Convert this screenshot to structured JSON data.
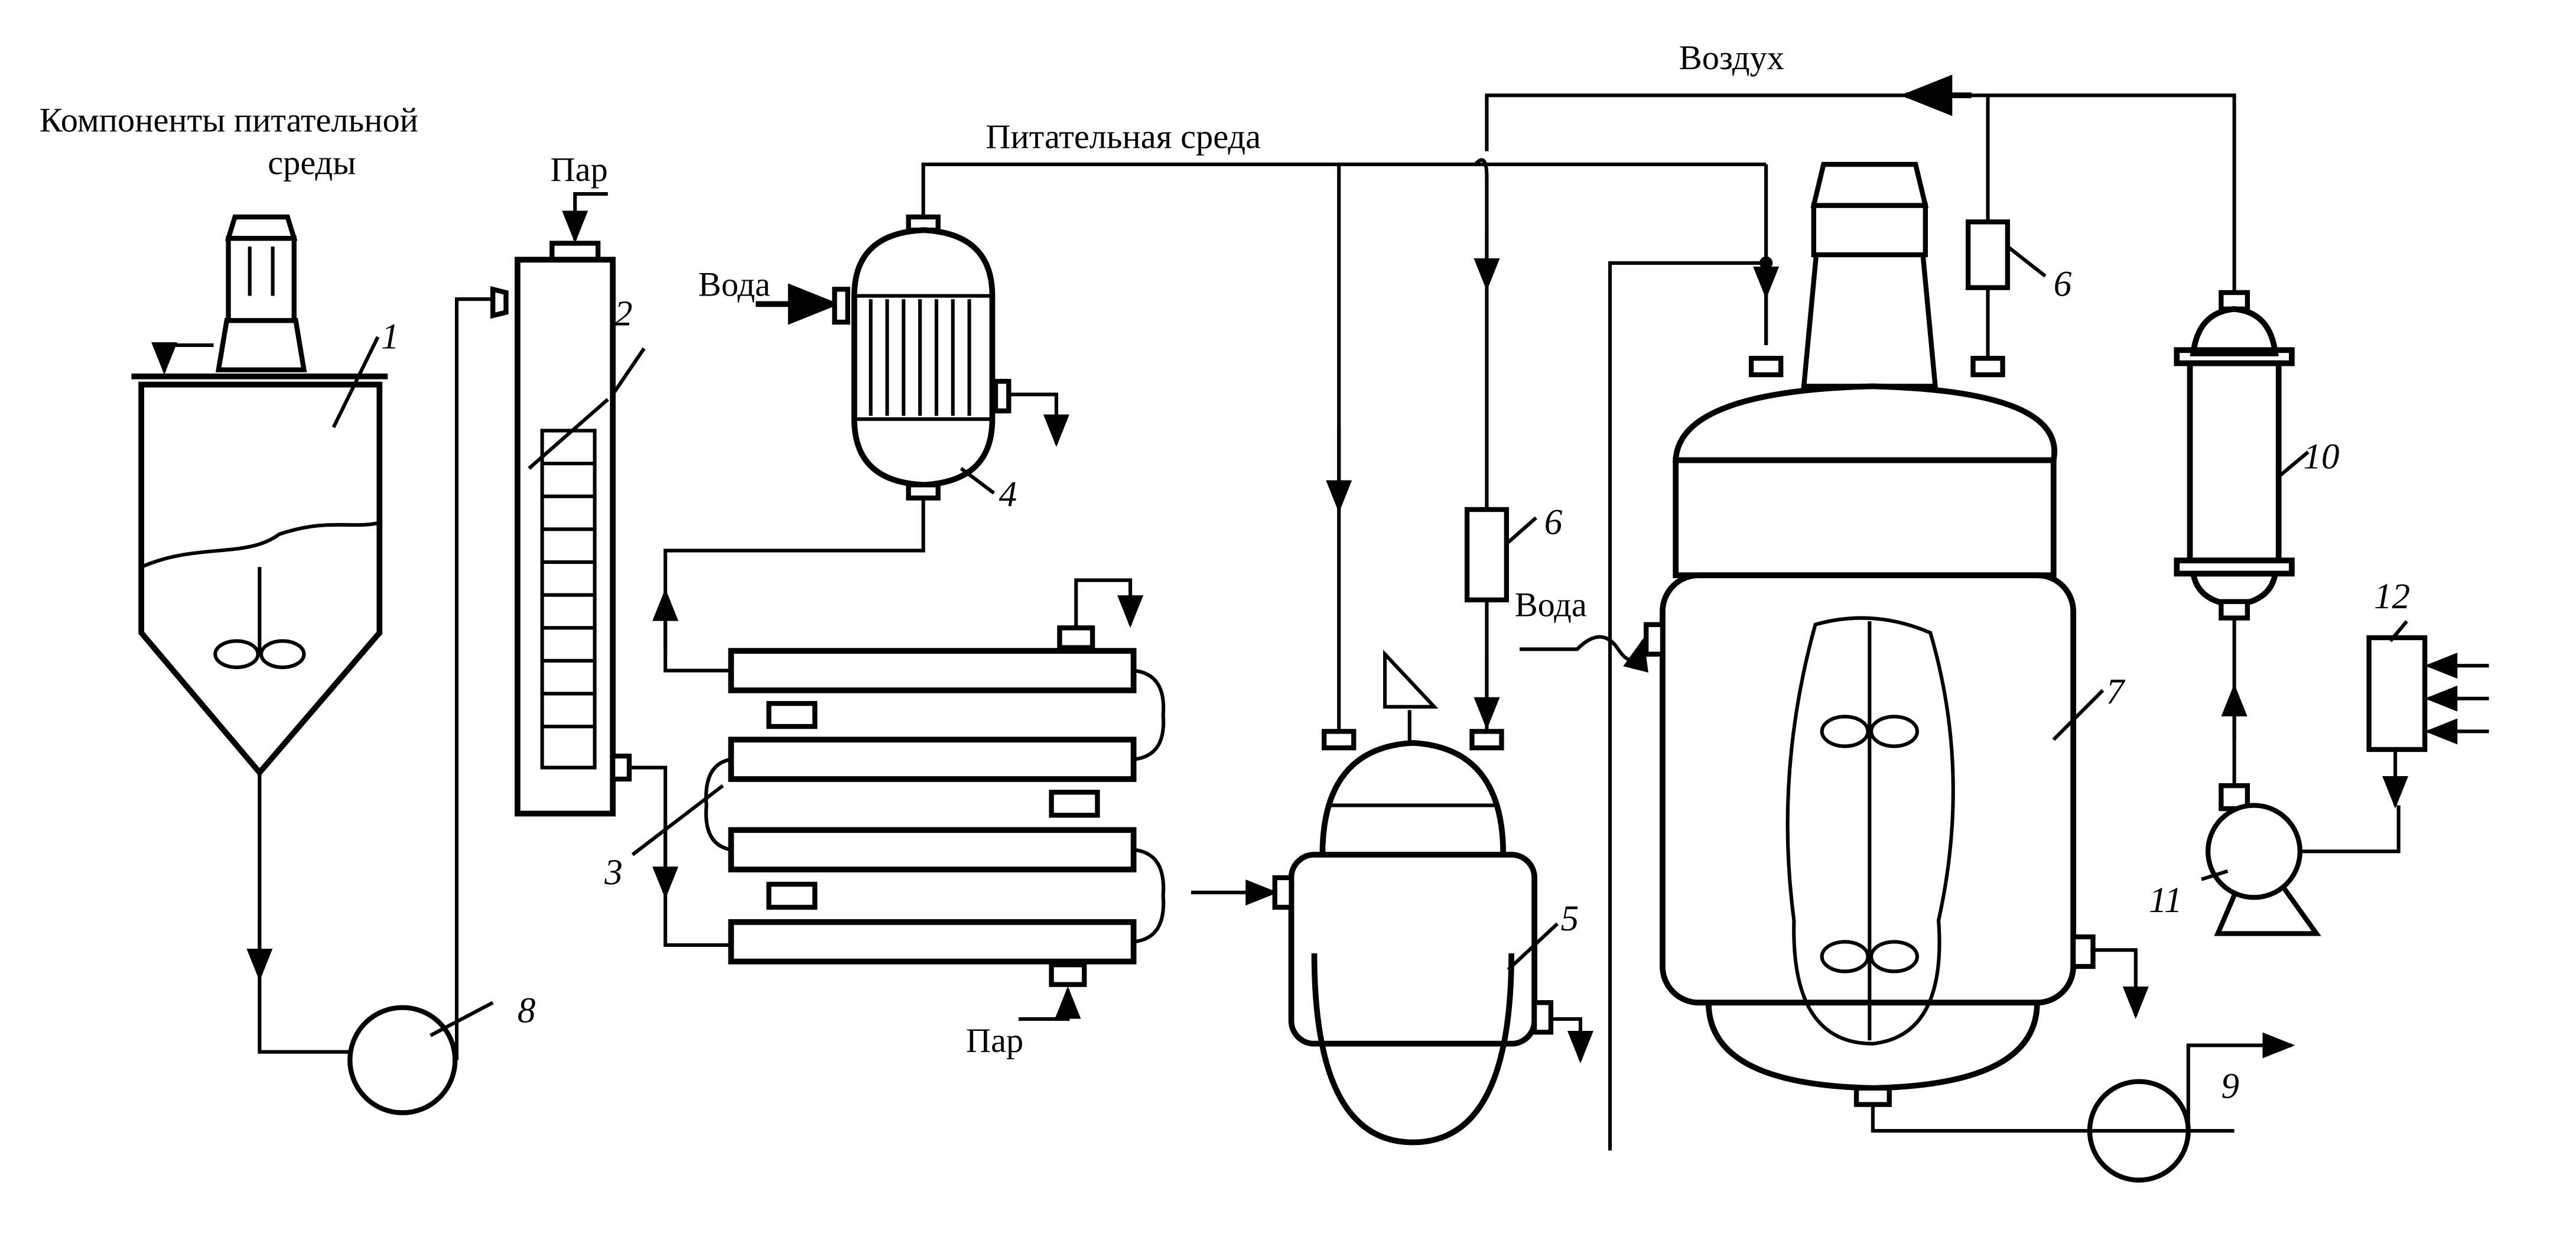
{
  "labels": {
    "components_line1": "Компоненты питательной",
    "components_line2": "среды",
    "steam_top": "Пар",
    "water_left": "Вода",
    "nutrient_medium": "Питательная среда",
    "air": "Воздух",
    "water_right": "Вода",
    "steam_bottom": "Пар"
  },
  "equipment_numbers": {
    "mixer": "1",
    "sterilizing_column": "2",
    "heater": "3",
    "cooler": "4",
    "seed_tank": "5",
    "filter_a": "6",
    "filter_b": "6",
    "fermenter": "7",
    "pump_feed": "8",
    "pump_out": "9",
    "air_filter": "10",
    "compressor": "11",
    "air_intake": "12"
  }
}
